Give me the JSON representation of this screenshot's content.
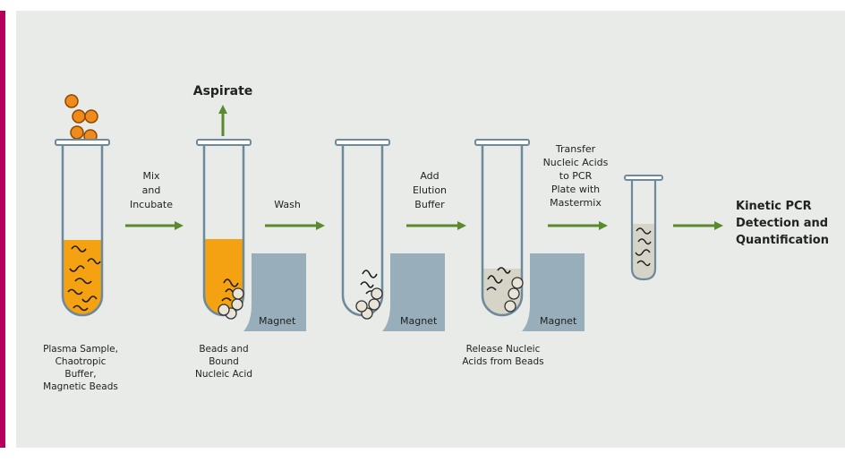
{
  "colors": {
    "accent": "#b5005a",
    "panel": "#e9ebe8",
    "arrow": "#5a8a2e",
    "magnet": "#98aebb",
    "bead_orange": "#f08a1c",
    "liquid_orange": "#f5a212",
    "liquid_grey": "#d6d4c7",
    "tube_outline": "#6c8a9c"
  },
  "steps": {
    "mix": [
      "Mix",
      "and",
      "Incubate"
    ],
    "wash": [
      "Wash"
    ],
    "elution": [
      "Add",
      "Elution",
      "Buffer"
    ],
    "transfer": [
      "Transfer",
      "Nucleic Acids",
      "to PCR",
      "Plate with",
      "Mastermix"
    ]
  },
  "aspirate": "Aspirate",
  "magnet_label": "Magnet",
  "final": [
    "Kinetic PCR",
    "Detection and",
    "Quantification"
  ],
  "captions": {
    "tube1": [
      "Plasma Sample,",
      "Chaotropic",
      "Buffer,",
      "Magnetic Beads"
    ],
    "tube2": [
      "Beads and",
      "Bound",
      "Nucleic Acid"
    ],
    "tube4": [
      "Release Nucleic",
      "Acids from Beads"
    ]
  }
}
